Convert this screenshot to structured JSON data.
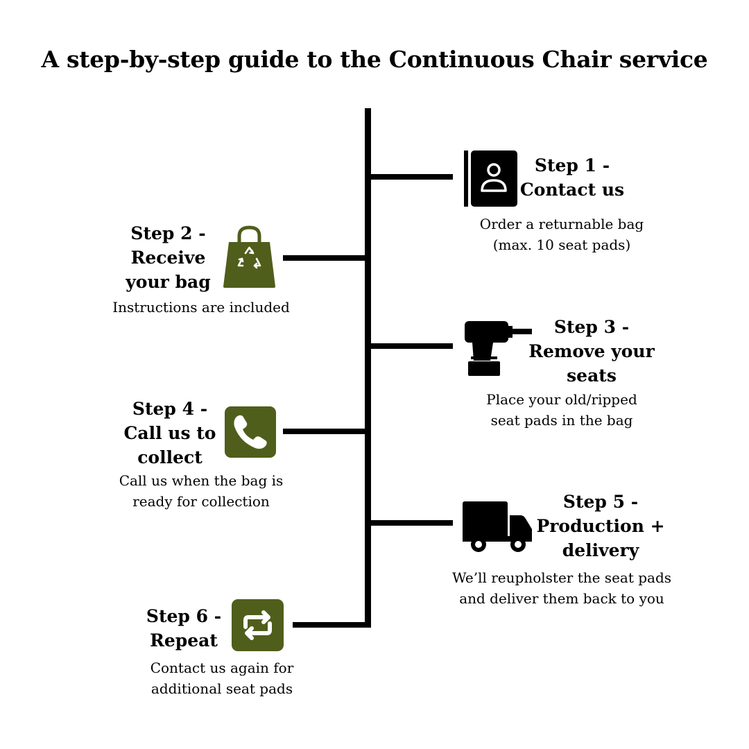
{
  "title": "A step-by-step guide to the Continuous Chair service",
  "colors": {
    "accent": "#4f5e1b",
    "line": "#000000"
  },
  "steps": [
    {
      "head": [
        "Step 1 -",
        "Contact us"
      ],
      "desc": [
        "Order a returnable bag",
        "(max. 10 seat pads)"
      ],
      "icon": "contact-book-icon"
    },
    {
      "head": [
        "Step 2 -",
        "Receive",
        "your bag"
      ],
      "desc": [
        "Instructions are included"
      ],
      "icon": "recycle-bag-icon"
    },
    {
      "head": [
        "Step 3 -",
        "Remove your",
        "seats"
      ],
      "desc": [
        "Place your old/ripped",
        "seat pads in the bag"
      ],
      "icon": "drill-icon"
    },
    {
      "head": [
        "Step 4 -",
        "Call us to",
        "collect"
      ],
      "desc": [
        "Call us when the bag is",
        "ready for collection"
      ],
      "icon": "phone-icon"
    },
    {
      "head": [
        "Step 5 -",
        "Production +",
        "delivery"
      ],
      "desc": [
        "We’ll reupholster the seat pads",
        "and deliver them back to you"
      ],
      "icon": "truck-icon"
    },
    {
      "head": [
        "Step 6 -",
        "Repeat"
      ],
      "desc": [
        "Contact us again for",
        "additional seat pads"
      ],
      "icon": "repeat-icon"
    }
  ]
}
